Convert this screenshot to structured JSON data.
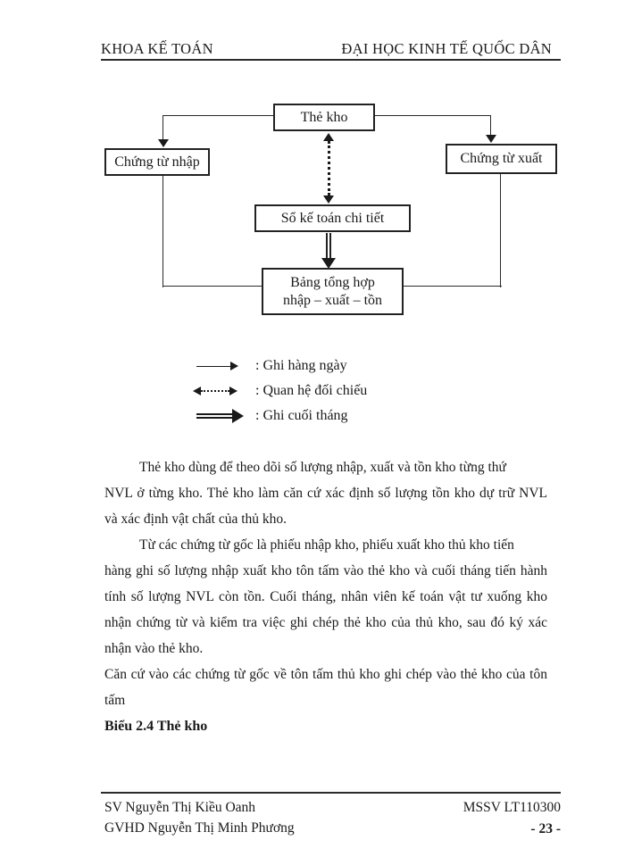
{
  "header": {
    "left": "KHOA KẾ TOÁN",
    "right": "ĐẠI HỌC KINH TẾ QUỐC DÂN"
  },
  "diagram": {
    "the_kho": "Thẻ kho",
    "chung_tu_nhap": "Chứng từ nhập",
    "chung_tu_xuat": "Chứng từ xuất",
    "so_ke_toan": "Sổ kế toán chi tiết",
    "bang_l1": "Bảng tổng hợp",
    "bang_l2": "nhập – xuất – tồn"
  },
  "legend": {
    "items": [
      {
        "symbol": "solid-arrow",
        "label": ": Ghi hàng ngày"
      },
      {
        "symbol": "dotted-double-arrow",
        "label": ": Quan hệ đối chiếu"
      },
      {
        "symbol": "double-line-arrow",
        "label": ": Ghi cuối tháng"
      }
    ]
  },
  "body": {
    "p1l1": "Thẻ kho dùng để theo dõi số lượng nhập, xuất và tồn kho từng thứ",
    "p1l2": "NVL ở từng kho. Thẻ kho làm căn cứ xác định số lượng tồn kho dự trữ NVL",
    "p1l3": "và xác định vật chất của thủ kho.",
    "p2l1": "Từ các chứng từ gốc là phiếu nhập kho, phiếu xuất kho thủ kho tiến",
    "p2l2": "hàng ghi số lượng nhập xuất kho tôn tấm vào thẻ kho và cuối tháng tiến hành",
    "p2l3": "tính số lượng NVL còn tồn. Cuối tháng, nhân viên kế toán vật tư xuống kho",
    "p2l4": "nhận chứng từ và kiểm tra việc ghi chép thẻ kho của thủ kho, sau đó ký xác",
    "p2l5": "nhận vào thẻ kho.",
    "p3l1": "Căn cứ vào các chứng từ gốc về tôn tấm thủ kho ghi chép vào thẻ kho của tôn",
    "p3l2": "tấm",
    "caption": "Biểu 2.4 Thẻ kho"
  },
  "footer": {
    "sv": "SV Nguyễn Thị Kiều Oanh",
    "gvhd": "GVHD Nguyễn Thị Minh Phương",
    "mssv": "MSSV LT110300",
    "page": "- 23 -"
  },
  "colors": {
    "ink": "#1a1a1a",
    "paper": "#ffffff"
  }
}
